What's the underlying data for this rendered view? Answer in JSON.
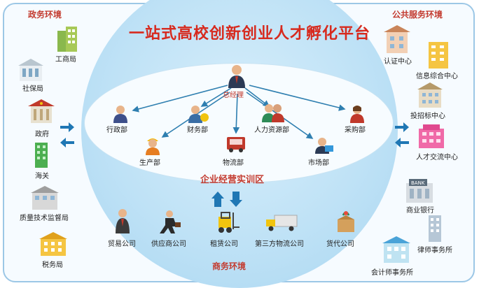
{
  "platform_title": "一站式高校创新创业人才孵化平台",
  "sections": {
    "gov": "政务环境",
    "public": "公共服务环境",
    "business": "商务环境",
    "training": "企业经营实训区"
  },
  "gov_items": [
    "工商局",
    "社保局",
    "政府",
    "海关",
    "质量技术监督局",
    "税务局"
  ],
  "public_items": [
    "认证中心",
    "信息综合中心",
    "投招标中心",
    "人才交流中心",
    "商业银行",
    "律师事务所",
    "会计师事务所"
  ],
  "center": {
    "manager": "总经理",
    "departments": [
      "行政部",
      "财务部",
      "人力资源部",
      "采购部",
      "生产部",
      "物流部",
      "市场部"
    ]
  },
  "business_items": [
    "贸易公司",
    "供应商公司",
    "租赁公司",
    "第三方物流公司",
    "货代公司"
  ]
}
